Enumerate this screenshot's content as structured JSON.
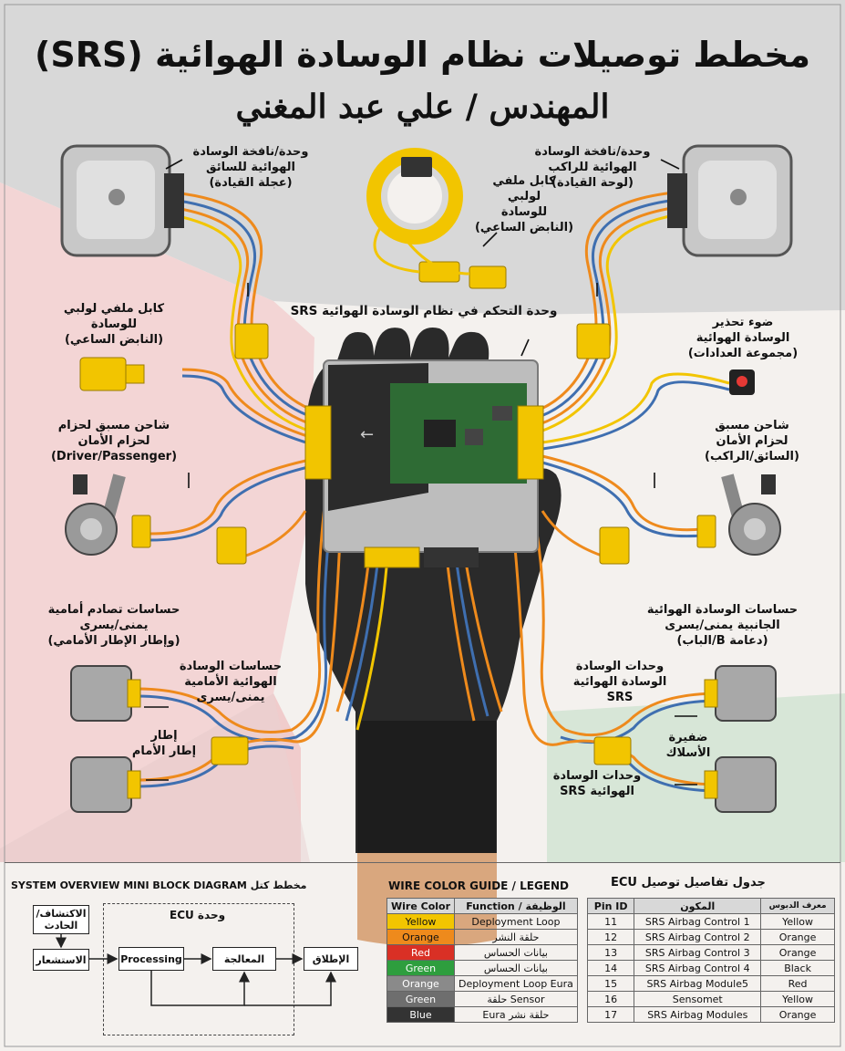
{
  "title": "مخطط توصيلات نظام الوسادة الهوائية (SRS)",
  "author": "المهندس / علي عبد المغني",
  "labels": {
    "driver_module": [
      "وحدة/نافخة الوسادة",
      "الهوائية للسائق",
      "(عجلة القيادة)"
    ],
    "passenger_module": [
      "وحدة/نافخة الوسادة",
      "الهوائية للراكب",
      "(لوحة القيادة)"
    ],
    "clock_spring_top": [
      "كابل ملفي",
      "لولبي",
      "للوسادة",
      "(النابض الساعي)"
    ],
    "clock_spring_left": [
      "كابل ملفي لولبي",
      "للوسادة",
      "(النابض الساعي)"
    ],
    "srs_ecu": "وحدة التحكم في نظام الوسادة الهوائية SRS",
    "warning_light": [
      "ضوء تحذير",
      "الوسادة الهوائية",
      "(مجموعة العدادات)"
    ],
    "pretensioner_left": [
      "شاحن مسبق لحزام",
      "لحزام الأمان",
      "(Driver/Passenger)"
    ],
    "pretensioner_right": [
      "شاحن مسبق",
      "لحزام الأمان",
      "(السائق/الراكب)"
    ],
    "front_crash_sensors": [
      "حساسات تصادم أمامية",
      "يمنى/يسرى",
      "(وإطار الإطار الأمامي)"
    ],
    "side_sensors": [
      "حساسات الوسادة الهوائية",
      "الجانبية يمنى/يسرى",
      "(دعامة B/الباب)"
    ],
    "front_airbag_sensors": [
      "حساسات الوسادة",
      "الهوائية الأمامية",
      "يمنى/يسرى"
    ],
    "frame": [
      "إطار",
      "إطار الأمام"
    ],
    "srs_units_a": [
      "وحدات الوسادة",
      "الوسادة الهوائية",
      "SRS"
    ],
    "harness": [
      "ضفيرة",
      "الأسلاك"
    ],
    "srs_units_b": [
      "وحدات الوسادة",
      "الهوائية SRS"
    ]
  },
  "block_diagram": {
    "title": "SYSTEM OVERVIEW MINI BLOCK DIAGRAM مخطط كتل",
    "ecu_label": "وحدة ECU",
    "detect": [
      "الاكتشاف/",
      "الحادث"
    ],
    "sensing": "الاستشعار",
    "processing": "Processing",
    "processing_ar": "المعالجة",
    "deployment": "الإطلاق"
  },
  "wire_legend": {
    "title": "WIRE COLOR GUIDE / LEGEND",
    "headers": [
      "Wire Color",
      "Function / الوظيفة"
    ],
    "rows": [
      {
        "color": "Yellow",
        "function": "Deployment Loop",
        "swatch": "#f2c500",
        "text_color": "#111"
      },
      {
        "color": "Orange",
        "function": "حلقة النشر",
        "swatch": "#ee8a1c",
        "text_color": "#111"
      },
      {
        "color": "Red",
        "function": "بيانات الحساس",
        "swatch": "#d93025",
        "text_color": "#fff"
      },
      {
        "color": "Green",
        "function": "بيانات الحساس",
        "swatch": "#2e9e3e",
        "text_color": "#fff"
      },
      {
        "color": "Orange",
        "function": "Deployment Loop Eura",
        "swatch": "#8a8a8a",
        "text_color": "#fff"
      },
      {
        "color": "Green",
        "function": "حلقة Sensor",
        "swatch": "#6e6e6e",
        "text_color": "#fff"
      },
      {
        "color": "Blue",
        "function": "Eura حلقة نشر",
        "swatch": "#333333",
        "text_color": "#fff"
      }
    ]
  },
  "ecu_table": {
    "title": "جدول تفاصيل توصيل ECU",
    "headers": [
      "Pin ID",
      "المكون",
      "معرف الدبوس"
    ],
    "rows": [
      [
        "11",
        "SRS Airbag Control 1",
        "Yellow"
      ],
      [
        "12",
        "SRS Airbag Control 2",
        "Orange"
      ],
      [
        "13",
        "SRS Airbag Control 3",
        "Orange"
      ],
      [
        "14",
        "SRS Airbag Control 4",
        "Black"
      ],
      [
        "15",
        "SRS Airbag Module5",
        "Red"
      ],
      [
        "16",
        "Sensomet",
        "Yellow"
      ],
      [
        "17",
        "SRS Airbag Modules",
        "Orange"
      ]
    ]
  },
  "colors": {
    "bg_top": "#d8d8d8",
    "bg_red": "#f3d5d5",
    "bg_green": "#d7e6d7",
    "connector_yellow": "#f2c500",
    "wire_orange": "#ee8a1c",
    "wire_blue": "#3f6fb0"
  }
}
